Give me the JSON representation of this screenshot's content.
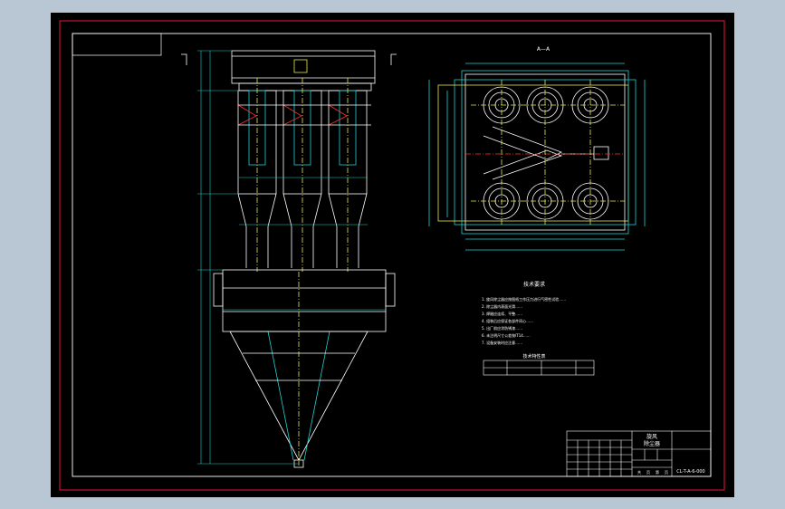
{
  "drawing": {
    "section_label": "A—A",
    "tech_requirements_title": "技术要求",
    "tech_requirements_subtitle": "",
    "tech_requirements_lines": [
      "1. 旋风除尘器应按图纸工作压力进行气密性试验……",
      "2. 除尘器内表面光滑……",
      "3. 焊缝应连续、平整……",
      "4. 组装后应保证各部件同心……",
      "5. 出厂前应涂防锈漆……",
      "6. 未注明尺寸公差按IT14……",
      "7. 设备安装时应注意……"
    ],
    "table_title": "技术特性表",
    "table_headers": [
      "",
      "",
      "",
      ""
    ],
    "table_rows": [
      [
        "",
        "",
        "",
        ""
      ]
    ],
    "title_block": {
      "name_line1": "旋风",
      "name_line2": "除尘器",
      "drawing_number": "CL-T-A-6-000",
      "bottom_labels": [
        "共",
        "页",
        "第",
        "页"
      ]
    }
  },
  "colors": {
    "background": "#b9c6d4",
    "sheet": "#000000",
    "red_border": "#c8102e",
    "line_white": "#ffffff",
    "line_cyan": "#1fd2d2",
    "line_yellow": "#e8e84a",
    "line_red": "#ff3030"
  }
}
